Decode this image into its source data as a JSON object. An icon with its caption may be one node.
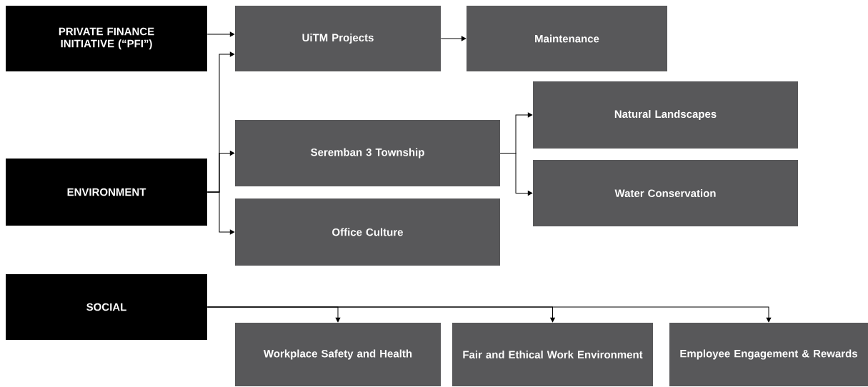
{
  "diagram": {
    "nodes": [
      {
        "text": [
          "PRIVATE FINANCE INITIATIVE (“PFI”)"
        ]
      },
      {
        "text": [
          "UiTM Projects"
        ]
      },
      {
        "text": [
          "Maintenance"
        ]
      },
      {
        "text": [
          "ENVIRONMENT"
        ]
      },
      {
        "text": [
          "Seremban 3 Township"
        ]
      },
      {
        "text": [
          "Natural Landscapes"
        ]
      },
      {
        "text": [
          "Water Conservation"
        ]
      },
      {
        "text": [
          "Office Culture"
        ]
      },
      {
        "text": [
          "SOCIAL"
        ]
      },
      {
        "text": [
          "Workplace Safety and Health"
        ]
      },
      {
        "text": [
          "Fair and Ethical Work Environment"
        ]
      },
      {
        "text": [
          "Employee Engagement & Rewards"
        ]
      }
    ],
    "edges": [
      {
        "from": 0,
        "to": 1,
        "arrow": "to"
      },
      {
        "from": 1,
        "to": 2,
        "arrow": "to"
      },
      {
        "from": 3,
        "to": 1,
        "arrow": "to"
      },
      {
        "from": 3,
        "to": 4,
        "arrow": "to"
      },
      {
        "from": 3,
        "to": 7,
        "arrow": "to"
      },
      {
        "from": 4,
        "to": 5,
        "arrow": "to"
      },
      {
        "from": 4,
        "to": 6,
        "arrow": "to"
      },
      {
        "from": 8,
        "to": 9,
        "arrow": "to"
      },
      {
        "from": 8,
        "to": 10,
        "arrow": "to"
      },
      {
        "from": 8,
        "to": 11,
        "arrow": "to"
      }
    ]
  }
}
